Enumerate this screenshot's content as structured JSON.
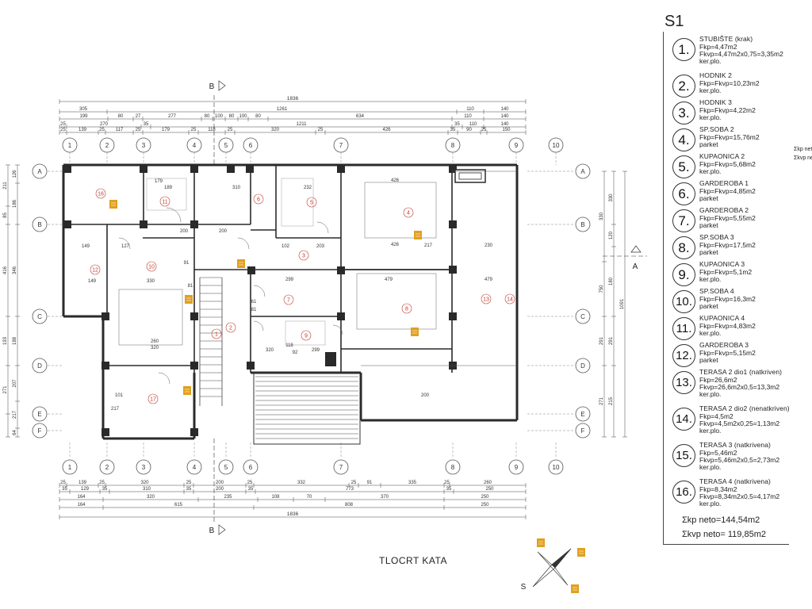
{
  "plan": {
    "title": "TLOCRT KATA",
    "section_marker": "B",
    "section_marker_side": "A",
    "top_total": "1836",
    "bottom_total": "1836",
    "top_row1": [
      "305",
      "1261",
      "110",
      "140"
    ],
    "top_row2": [
      "199",
      "80",
      "27",
      "277",
      "80",
      "100",
      "80",
      "100",
      "80",
      "634",
      "110",
      "140"
    ],
    "top_row3": [
      "25",
      "270",
      "35",
      "1211",
      "35",
      "110",
      "140"
    ],
    "top_row4": [
      "25",
      "139",
      "25",
      "117",
      "25",
      "179",
      "25",
      "118",
      "25",
      "320",
      "25",
      "426",
      "35",
      "90",
      "25",
      "150"
    ],
    "bottom_row1": [
      "25",
      "139",
      "25",
      "320",
      "25",
      "200",
      "25",
      "332",
      "25",
      "91",
      "335",
      "25",
      "260"
    ],
    "bottom_row2": [
      "35",
      "129",
      "35",
      "310",
      "35",
      "200",
      "35",
      "773",
      "35",
      "250"
    ],
    "bottom_row3": [
      "164",
      "320",
      "235",
      "108",
      "70",
      "370",
      "250"
    ],
    "bottom_row4": [
      "164",
      "615",
      "808",
      "250"
    ],
    "grid_cols": [
      "1",
      "2",
      "3",
      "4",
      "5",
      "6",
      "7",
      "8",
      "9",
      "10"
    ],
    "grid_rows": [
      "A",
      "B",
      "C",
      "D",
      "E",
      "F"
    ],
    "left_dims_a": [
      "211",
      "85",
      "416",
      "193",
      "271"
    ],
    "left_dims_b": [
      "126",
      "186",
      "346",
      "188",
      "207",
      "217",
      "64"
    ],
    "right_dims_a": [
      "330",
      "750",
      "291",
      "271"
    ],
    "right_dims_b": [
      "330",
      "120",
      "180",
      "291",
      "215"
    ],
    "right_dims_c": [
      "1091"
    ],
    "room_labels": [
      "1",
      "2",
      "3",
      "4",
      "5",
      "6",
      "7",
      "8",
      "9",
      "10",
      "11",
      "12",
      "13",
      "14",
      "16",
      "17"
    ],
    "inner_dims": [
      "179",
      "189",
      "310",
      "232",
      "426",
      "426",
      "149",
      "149",
      "127",
      "330",
      "102",
      "203",
      "200",
      "299",
      "479",
      "479",
      "260",
      "320",
      "320",
      "118",
      "299",
      "101",
      "217",
      "217",
      "230",
      "200",
      "200",
      "92",
      "91",
      "61",
      "81",
      "81"
    ]
  },
  "legend": {
    "title": "S1",
    "items": [
      {
        "num": "1.",
        "name": "STUBIŠTE (krak)",
        "f1": "Fkp=4,47m2",
        "f2": "Fkvp=4,47m2x0,75=3,35m2",
        "mat": "ker.plo."
      },
      {
        "num": "2.",
        "name": "HODNIK 2",
        "f1": "Fkp=Fkvp=10,23m2",
        "mat": "ker.plo."
      },
      {
        "num": "3.",
        "name": "HODNIK 3",
        "f1": "Fkp=Fkvp=4,22m2",
        "mat": "ker.plo."
      },
      {
        "num": "4.",
        "name": "SP.SOBA 2",
        "f1": "Fkp=Fkvp=15,76m2",
        "mat": "parket"
      },
      {
        "num": "5.",
        "name": "KUPAONICA 2",
        "f1": "Fkp=Fkvp=5,68m2",
        "mat": "ker.plo."
      },
      {
        "num": "6.",
        "name": "GARDEROBA 1",
        "f1": "Fkp=Fkvp=4,85m2",
        "mat": "parket"
      },
      {
        "num": "7.",
        "name": "GARDEROBA 2",
        "f1": "Fkp=Fkvp=5,55m2",
        "mat": "parket"
      },
      {
        "num": "8.",
        "name": "SP.SOBA 3",
        "f1": "Fkp=Fkvp=17,5m2",
        "mat": "parket"
      },
      {
        "num": "9.",
        "name": "KUPAONICA 3",
        "f1": "Fkp=Fkvp=5,1m2",
        "mat": "ker.plo."
      },
      {
        "num": "10.",
        "name": "SP.SOBA 4",
        "f1": "Fkp=Fkvp=16,3m2",
        "mat": "parket"
      },
      {
        "num": "11.",
        "name": "KUPAONICA 4",
        "f1": "Fkp=Fkvp=4,83m2",
        "mat": "ker.plo."
      },
      {
        "num": "12.",
        "name": "GARDEROBA 3",
        "f1": "Fkp=Fkvp=5,15m2",
        "mat": "parket"
      },
      {
        "num": "13.",
        "name": "TERASA 2 dio1 (natkriven)",
        "f1": "Fkp=26,6m2",
        "f2": "Fkvp=26,6m2x0,5=13,3m2",
        "mat": "ker.plo."
      },
      {
        "num": "14.",
        "name": "TERASA 2 dio2 (nenatkriven)",
        "f1": "Fkp=4,5m2",
        "f2": "Fkvp=4,5m2x0,25=1,13m2",
        "mat": "ker.plo."
      },
      {
        "num": "15.",
        "name": "TERASA 3 (natkrivena)",
        "f1": "Fkp=5,46m2",
        "f2": "Fkvp=5,46m2x0,5=2,73m2",
        "mat": "ker.plo."
      },
      {
        "num": "16.",
        "name": "TERASA 4 (natkrivena)",
        "f1": "Fkp=8,34m2",
        "f2": "Fkvp=8,34m2x0,5=4,17m2",
        "mat": "ker.plo."
      }
    ],
    "sum_neto": "Σkp neto=144,54m2",
    "sum_kvp": "Σkvp neto= 119,85m2",
    "side_sums": [
      "Σkp neto=",
      "Σkvp neto="
    ]
  },
  "compass": {
    "label": "S"
  },
  "colors": {
    "line": "#333333",
    "wall": "#2a2a2a",
    "room": "#c0392b",
    "marker": "#e0a020",
    "grid": "#555555"
  }
}
